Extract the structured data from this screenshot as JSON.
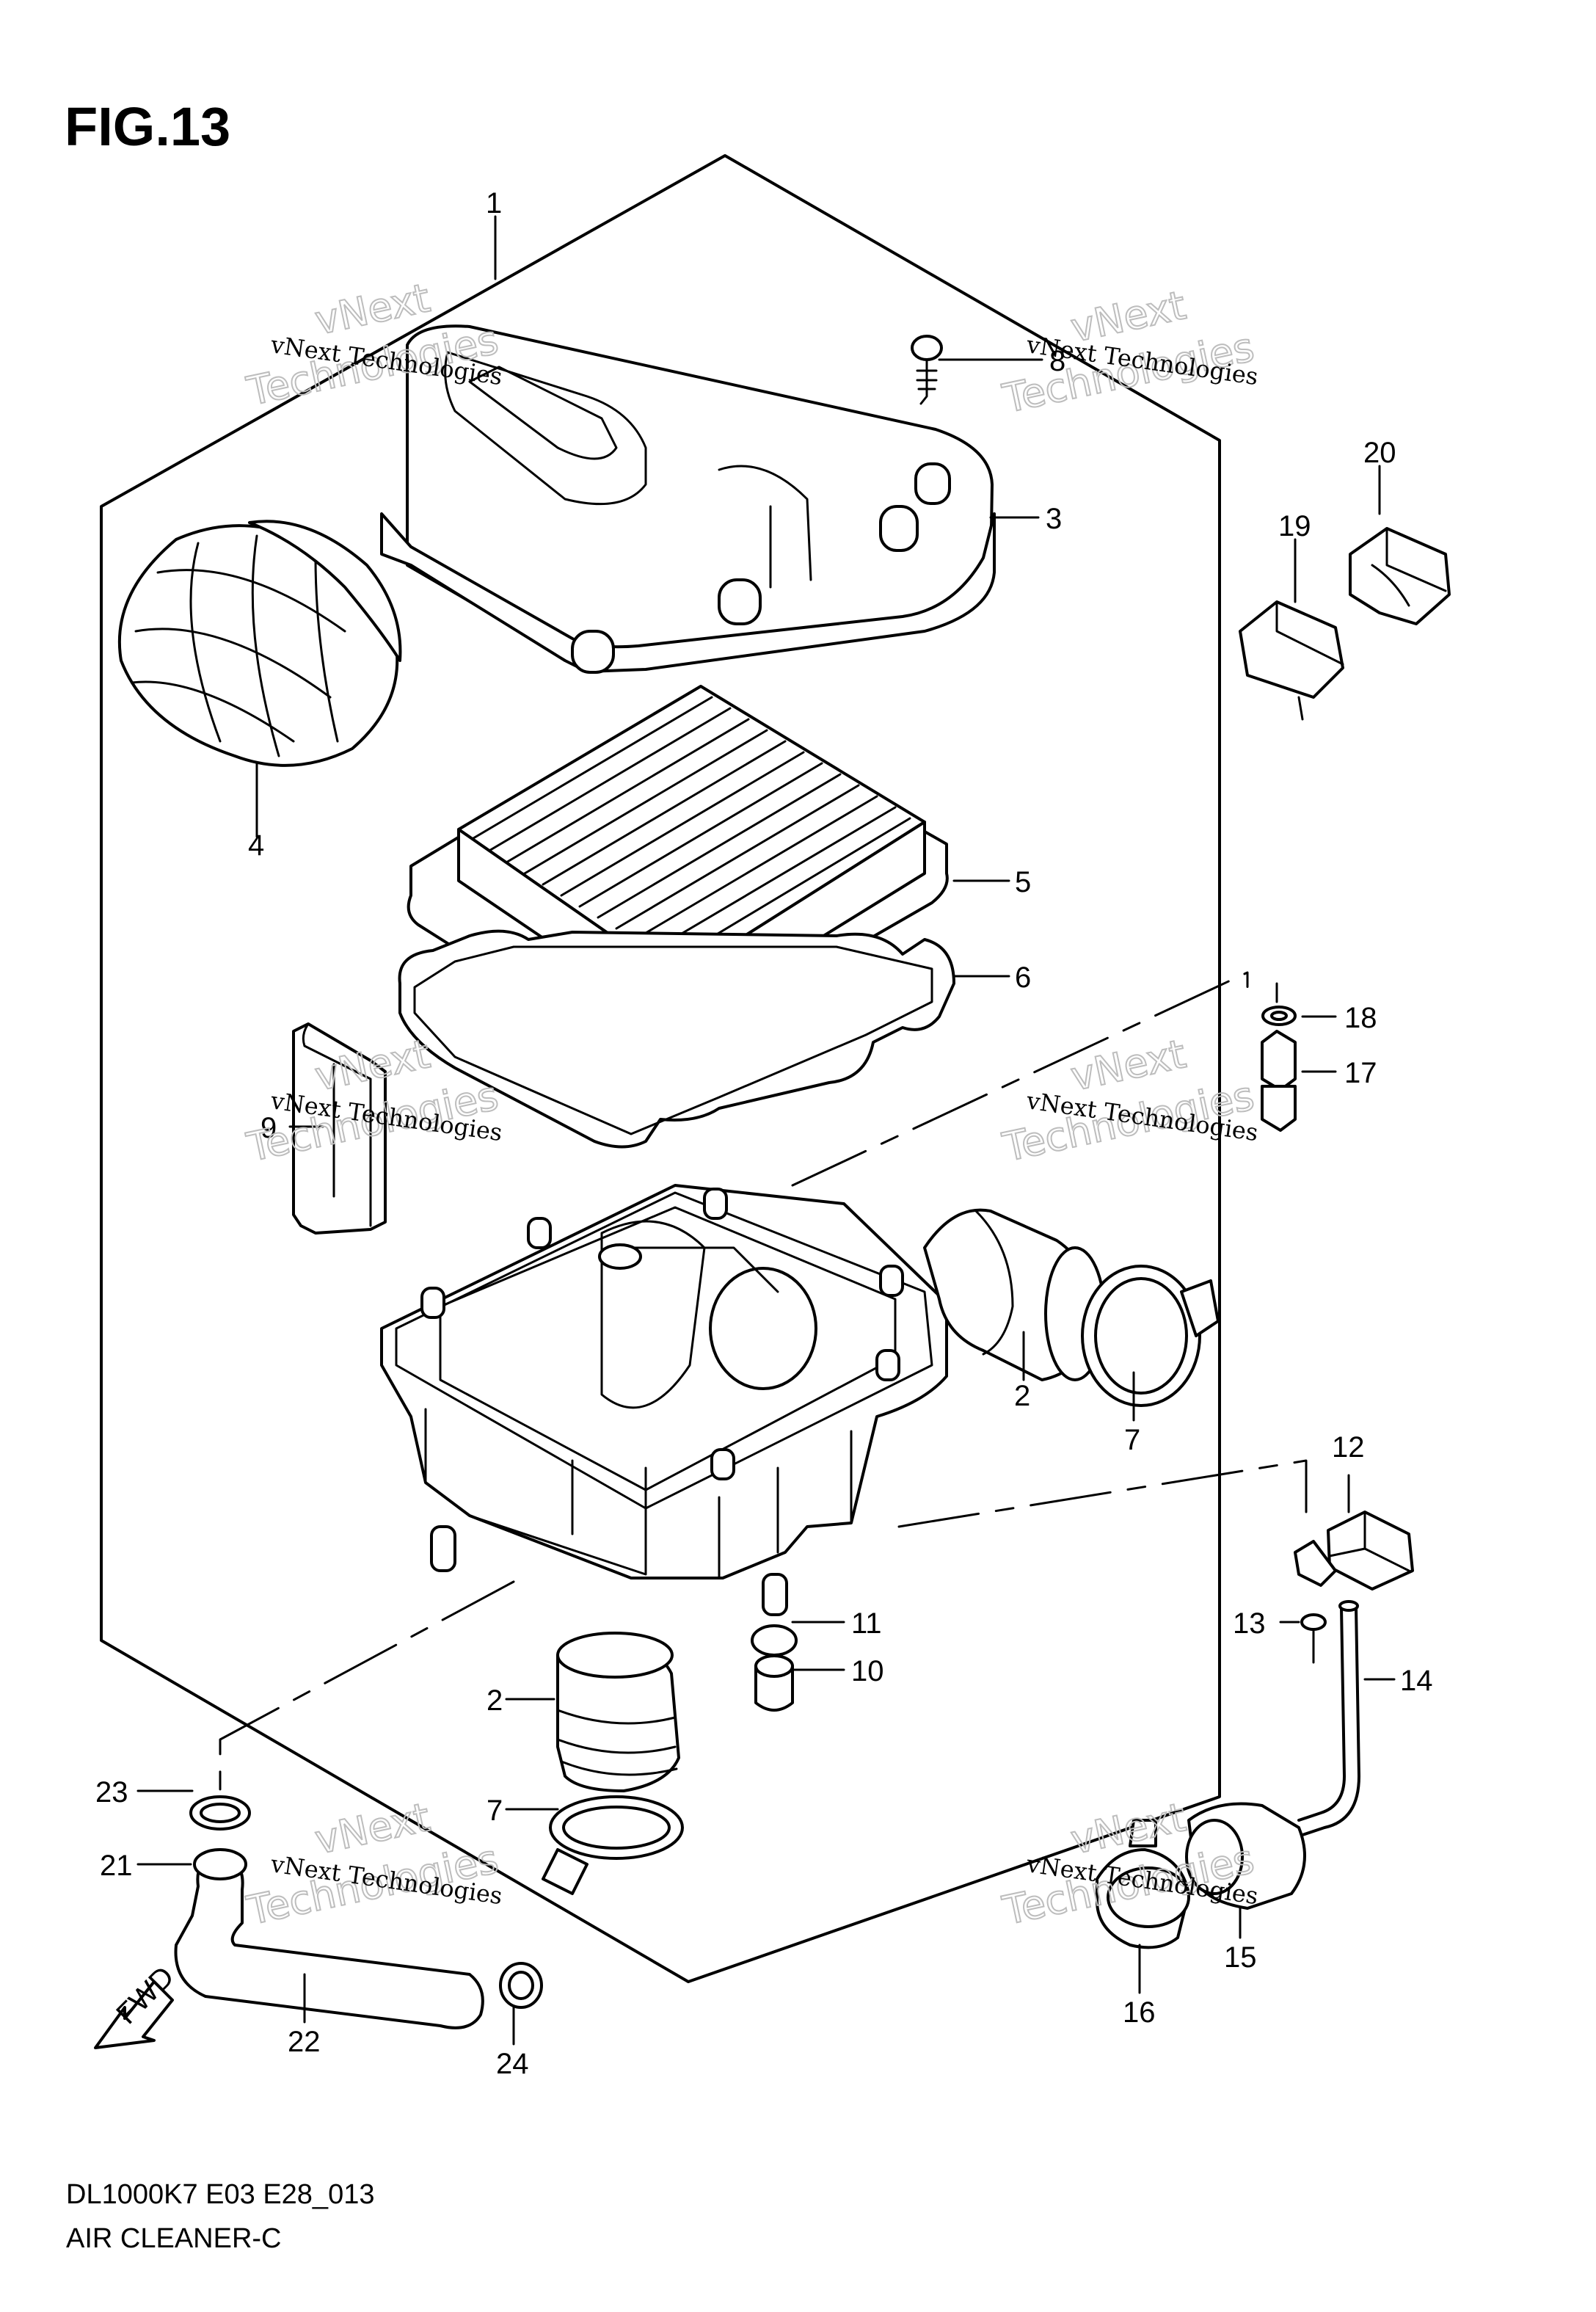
{
  "header": {
    "figure_title": "FIG.13"
  },
  "footer": {
    "model_code": "DL1000K7 E03 E28_013",
    "assembly_name": "AIR CLEANER-C"
  },
  "watermark": {
    "line1": "vNext Technologies",
    "line2": "Technologies",
    "line3": "vNext"
  },
  "callouts": {
    "c1": "1",
    "c2a": "2",
    "c2b": "2",
    "c3": "3",
    "c4": "4",
    "c5": "5",
    "c6": "6",
    "c7a": "7",
    "c7b": "7",
    "c8": "8",
    "c9": "9",
    "c10": "10",
    "c11": "11",
    "c12": "12",
    "c13": "13",
    "c14": "14",
    "c15": "15",
    "c16": "16",
    "c17": "17",
    "c18": "18",
    "c19": "19",
    "c20": "20",
    "c21": "21",
    "c22": "22",
    "c23": "23",
    "c24": "24"
  },
  "fwd_label": "FWD",
  "colors": {
    "ink": "#000000",
    "paper": "#ffffff",
    "watermark": "#bdbdbd"
  }
}
